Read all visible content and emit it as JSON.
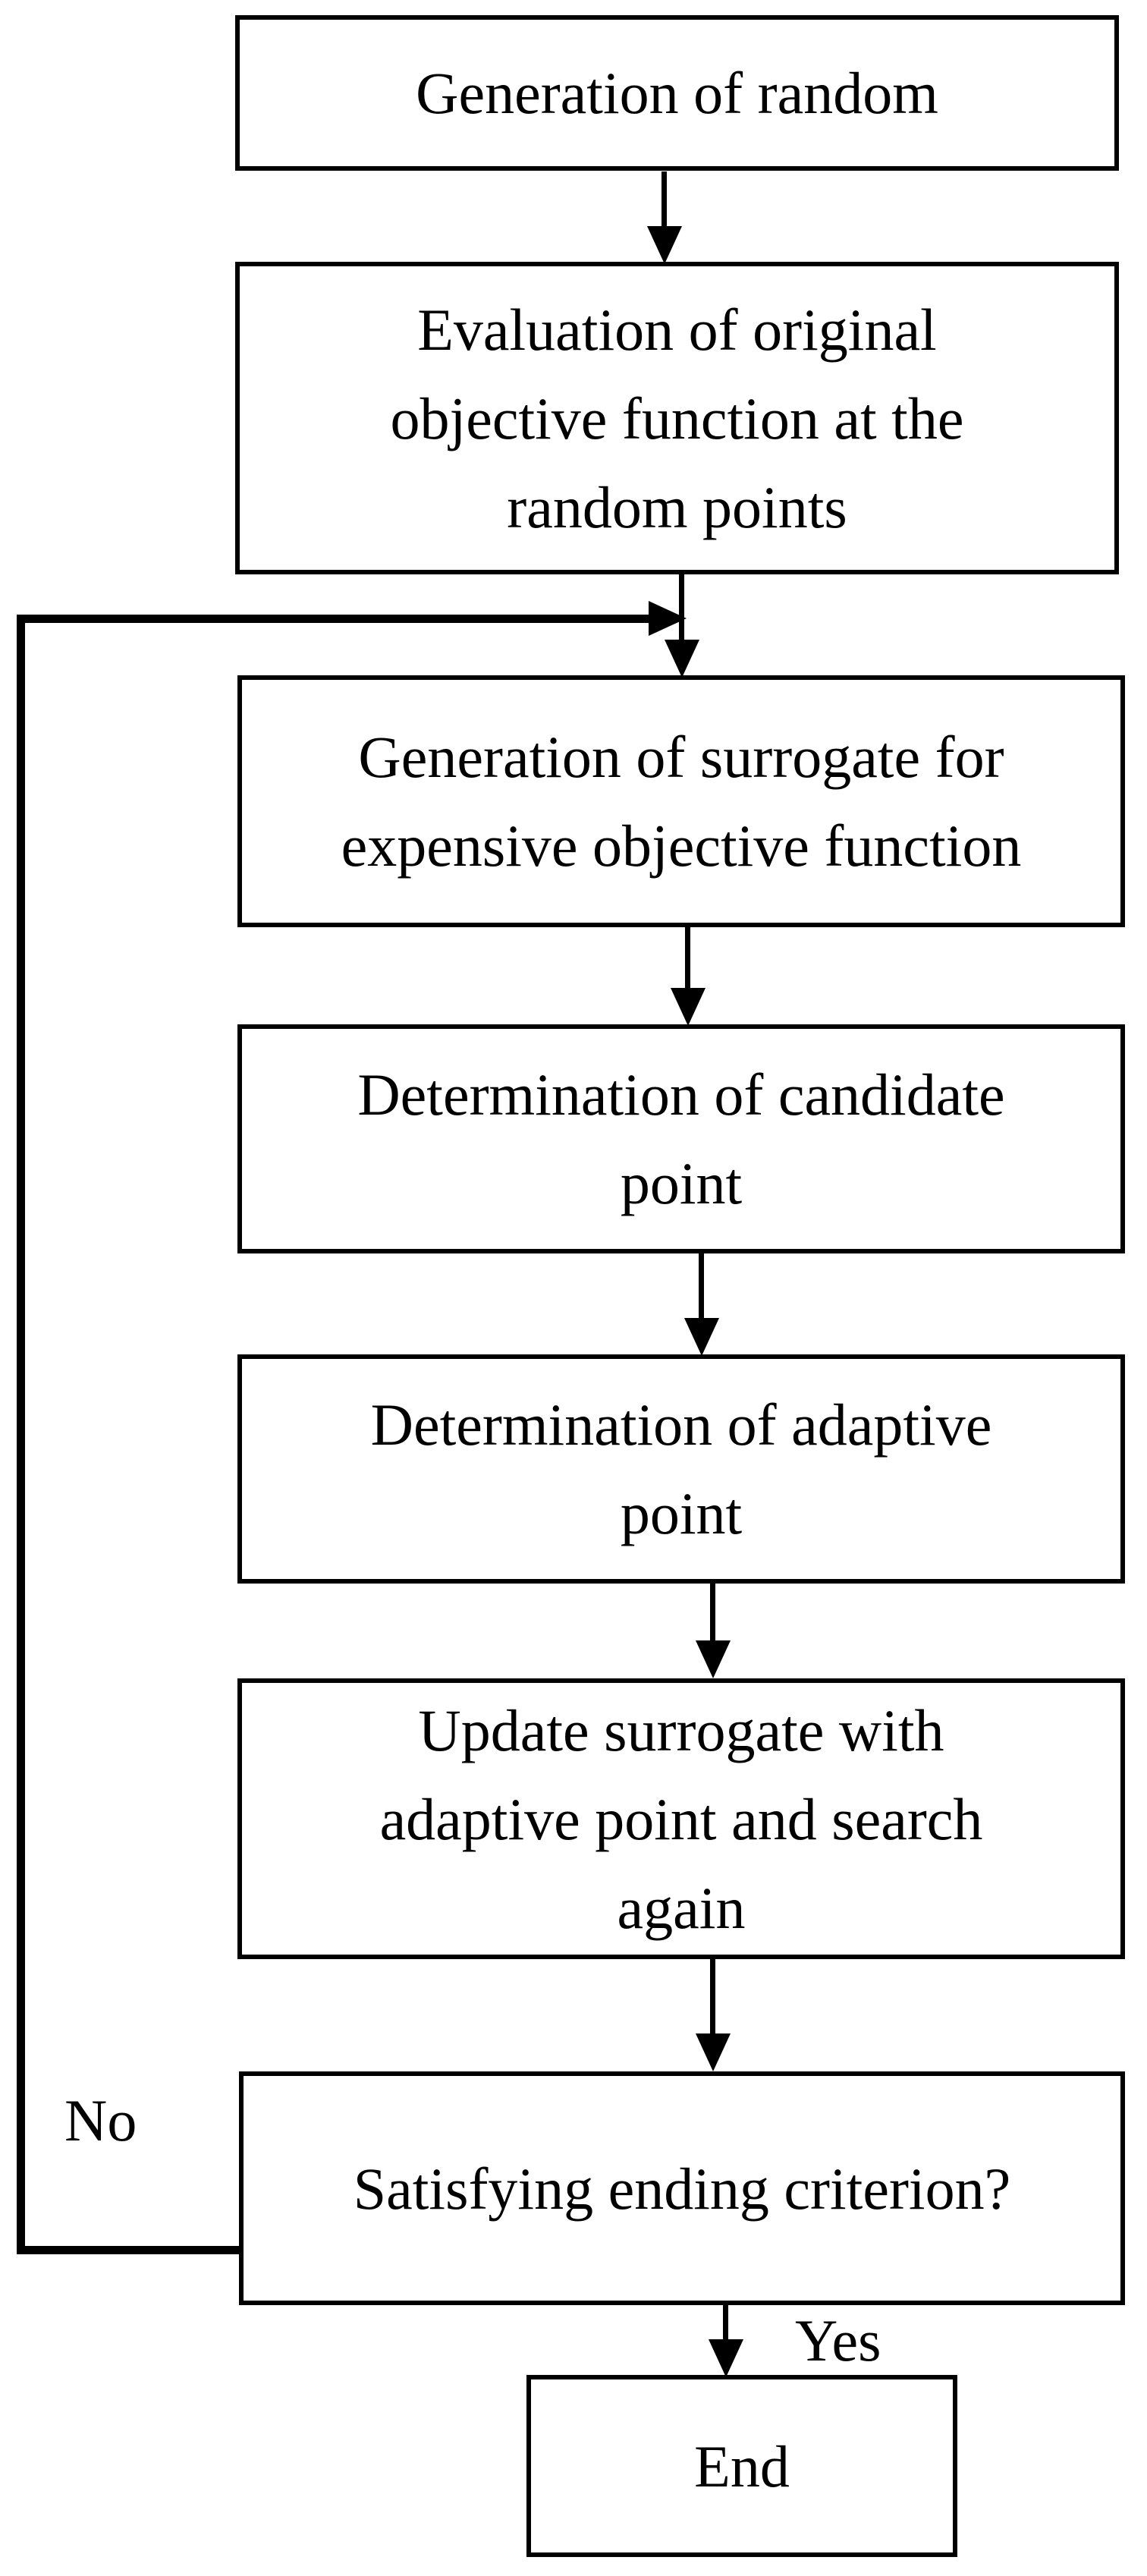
{
  "figure": {
    "type": "flowchart",
    "colors": {
      "background": "#ffffff",
      "line": "#000000",
      "text": "#000000"
    }
  },
  "nodes": {
    "generate_random": {
      "label": "Generation of random"
    },
    "evaluate_objective": {
      "label": "Evaluation of original\nobjective function at the\nrandom points"
    },
    "generate_surrogate": {
      "label": "Generation of surrogate for\nexpensive objective function"
    },
    "candidate_point": {
      "label": "Determination of candidate\npoint"
    },
    "adaptive_point": {
      "label": "Determination of adaptive\npoint"
    },
    "update_surrogate": {
      "label": "Update surrogate with\nadaptive point and search\nagain"
    },
    "ending_criterion": {
      "label": "Satisfying ending criterion?"
    },
    "end": {
      "label": "End"
    }
  },
  "edge_labels": {
    "no": "No",
    "yes": "Yes"
  }
}
